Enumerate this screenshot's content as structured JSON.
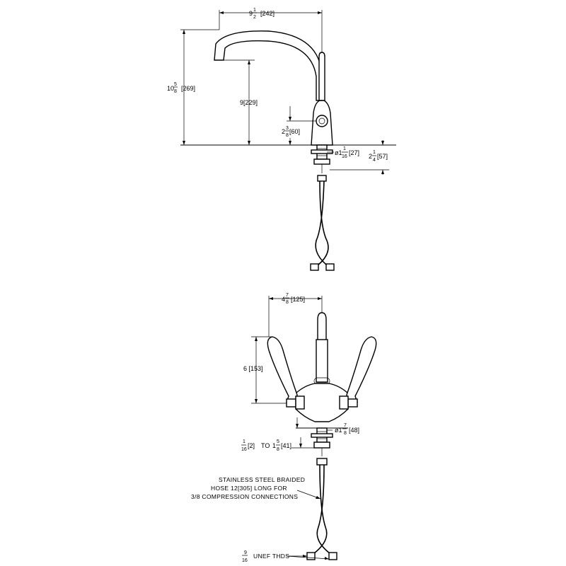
{
  "side_view": {
    "width_whole": "9",
    "width_frac_num": "1",
    "width_frac_den": "2",
    "width_mm": "[242]",
    "height_whole": "10",
    "height_frac_num": "5",
    "height_frac_den": "8",
    "height_mm": "[269]",
    "spout_height": "9[229]",
    "handle_whole": "2",
    "handle_frac_num": "3",
    "handle_frac_den": "8",
    "handle_mm": "[60]",
    "shank_prefix": "ø1",
    "shank_frac_num": "1",
    "shank_frac_den": "16",
    "shank_mm": "[27]",
    "shank_len_whole": "2",
    "shank_len_frac_num": "1",
    "shank_len_frac_den": "4",
    "shank_len_mm": "[57]"
  },
  "front_view": {
    "width_whole": "4",
    "width_frac_num": "7",
    "width_frac_den": "8",
    "width_mm": "[125]",
    "handle_height": "6 [153]",
    "base_prefix": "ø1",
    "base_frac_num": "7",
    "base_frac_den": "8",
    "base_mm": "[48]",
    "deck_min_num": "1",
    "deck_min_den": "16",
    "deck_min_mm": "[2]",
    "deck_to": "TO",
    "deck_max_whole": "1",
    "deck_max_num": "5",
    "deck_max_den": "8",
    "deck_max_mm": "[41]"
  },
  "notes": {
    "hose_line1": "STAINLESS STEEL BRAIDED",
    "hose_line2": "HOSE 12[305] LONG FOR",
    "hose_line3": "3/8 COMPRESSION CONNECTIONS",
    "thread_num": "9",
    "thread_den": "16",
    "thread_text": "UNEF THDS"
  }
}
